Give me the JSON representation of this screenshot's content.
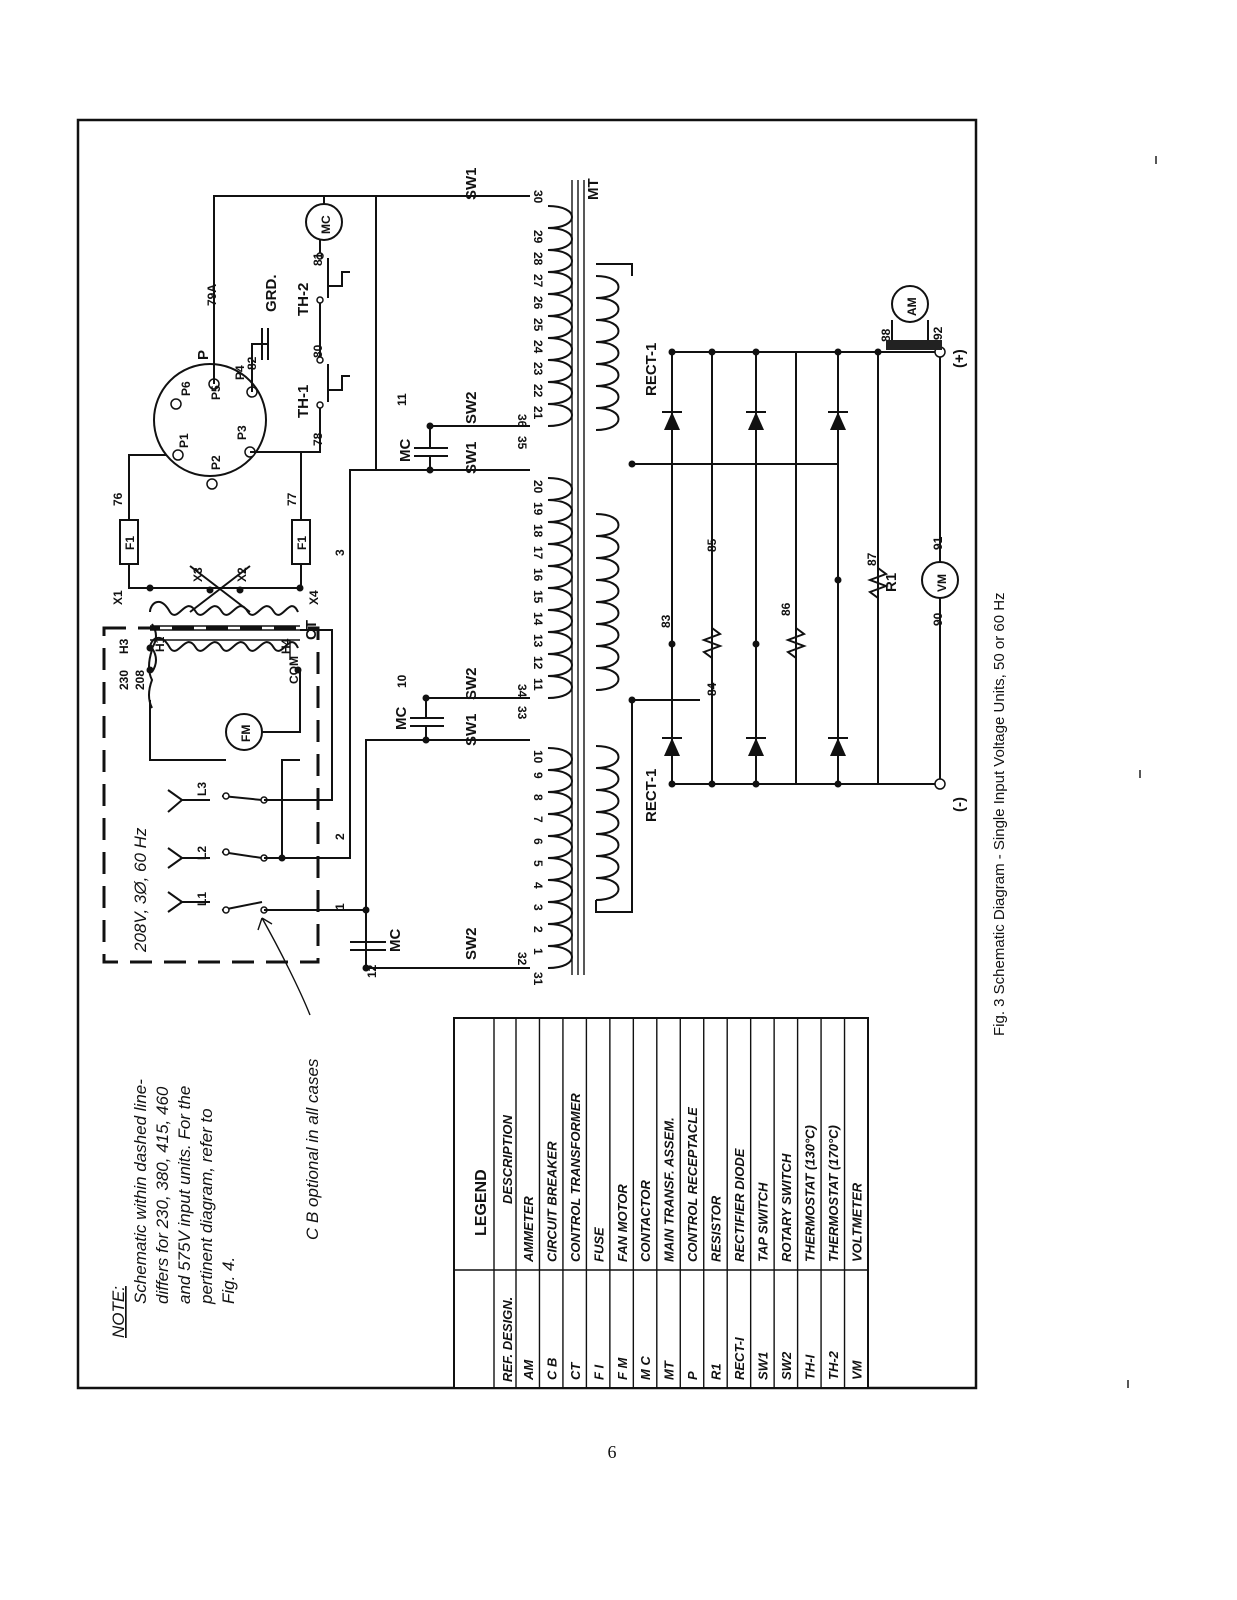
{
  "note": {
    "title": "NOTE:",
    "lines": [
      "Schematic within dashed line-",
      "differs for 230, 380, 415, 460",
      "and 575V input units. For the",
      "pertinent diagram, refer to",
      "Fig. 4."
    ]
  },
  "cb_note": "C B optional in all cases",
  "input_label": "208V, 3Ø, 60 Hz",
  "lines_in": [
    "L1",
    "L2",
    "L3"
  ],
  "wire_numbers": [
    "1",
    "2",
    "3",
    "76",
    "77",
    "78",
    "79A",
    "80",
    "81",
    "82",
    "83",
    "84",
    "85",
    "86",
    "87",
    "88",
    "90",
    "91",
    "92",
    "10",
    "11",
    "12"
  ],
  "components": {
    "ct": "CT",
    "ct_taps": [
      "230",
      "208",
      "H3",
      "H1",
      "COM",
      "H4"
    ],
    "ct_secondary": [
      "X1",
      "X3",
      "X2",
      "X4"
    ],
    "fuse": "F1",
    "fan_motor": "FM",
    "receptacle": "P",
    "receptacle_pins": [
      "P1",
      "P2",
      "P3",
      "P4",
      "P5",
      "P6"
    ],
    "ground": "GRD.",
    "th1": "TH-1",
    "th2": "TH-2",
    "mc": "MC",
    "sw1": "SW1",
    "sw2": "SW2",
    "mt": "MT",
    "rect": "RECT-1",
    "r1": "R1",
    "am": "AM",
    "vm": "VM",
    "neg": "(-)",
    "pos": "(+)"
  },
  "taps": [
    "1",
    "2",
    "3",
    "4",
    "5",
    "6",
    "7",
    "8",
    "9",
    "10",
    "11",
    "12",
    "13",
    "14",
    "15",
    "16",
    "17",
    "18",
    "19",
    "20",
    "21",
    "22",
    "23",
    "24",
    "25",
    "26",
    "27",
    "28",
    "29",
    "30",
    "31",
    "32",
    "33",
    "34",
    "35",
    "36"
  ],
  "legend": {
    "title": "LEGEND",
    "col_ref": "REF. DESIGN.",
    "col_desc": "DESCRIPTION",
    "rows": [
      {
        "ref": "AM",
        "desc": "AMMETER"
      },
      {
        "ref": "C B",
        "desc": "CIRCUIT BREAKER"
      },
      {
        "ref": "CT",
        "desc": "CONTROL TRANSFORMER"
      },
      {
        "ref": "F I",
        "desc": "FUSE"
      },
      {
        "ref": "F M",
        "desc": "FAN MOTOR"
      },
      {
        "ref": "M C",
        "desc": "CONTACTOR"
      },
      {
        "ref": "MT",
        "desc": "MAIN TRANSF. ASSEM."
      },
      {
        "ref": "P",
        "desc": "CONTROL RECEPTACLE"
      },
      {
        "ref": "R1",
        "desc": "RESISTOR"
      },
      {
        "ref": "RECT-I",
        "desc": "RECTIFIER DIODE"
      },
      {
        "ref": "SW1",
        "desc": "TAP SWITCH"
      },
      {
        "ref": "SW2",
        "desc": "ROTARY SWITCH"
      },
      {
        "ref": "TH-I",
        "desc": "THERMOSTAT (130°C)"
      },
      {
        "ref": "TH-2",
        "desc": "THERMOSTAT (170°C)"
      },
      {
        "ref": "VM",
        "desc": "VOLTMETER"
      }
    ]
  },
  "caption": "Fig. 3 Schematic Diagram - Single Input Voltage Units, 50 or 60 Hz",
  "page_number": "6"
}
